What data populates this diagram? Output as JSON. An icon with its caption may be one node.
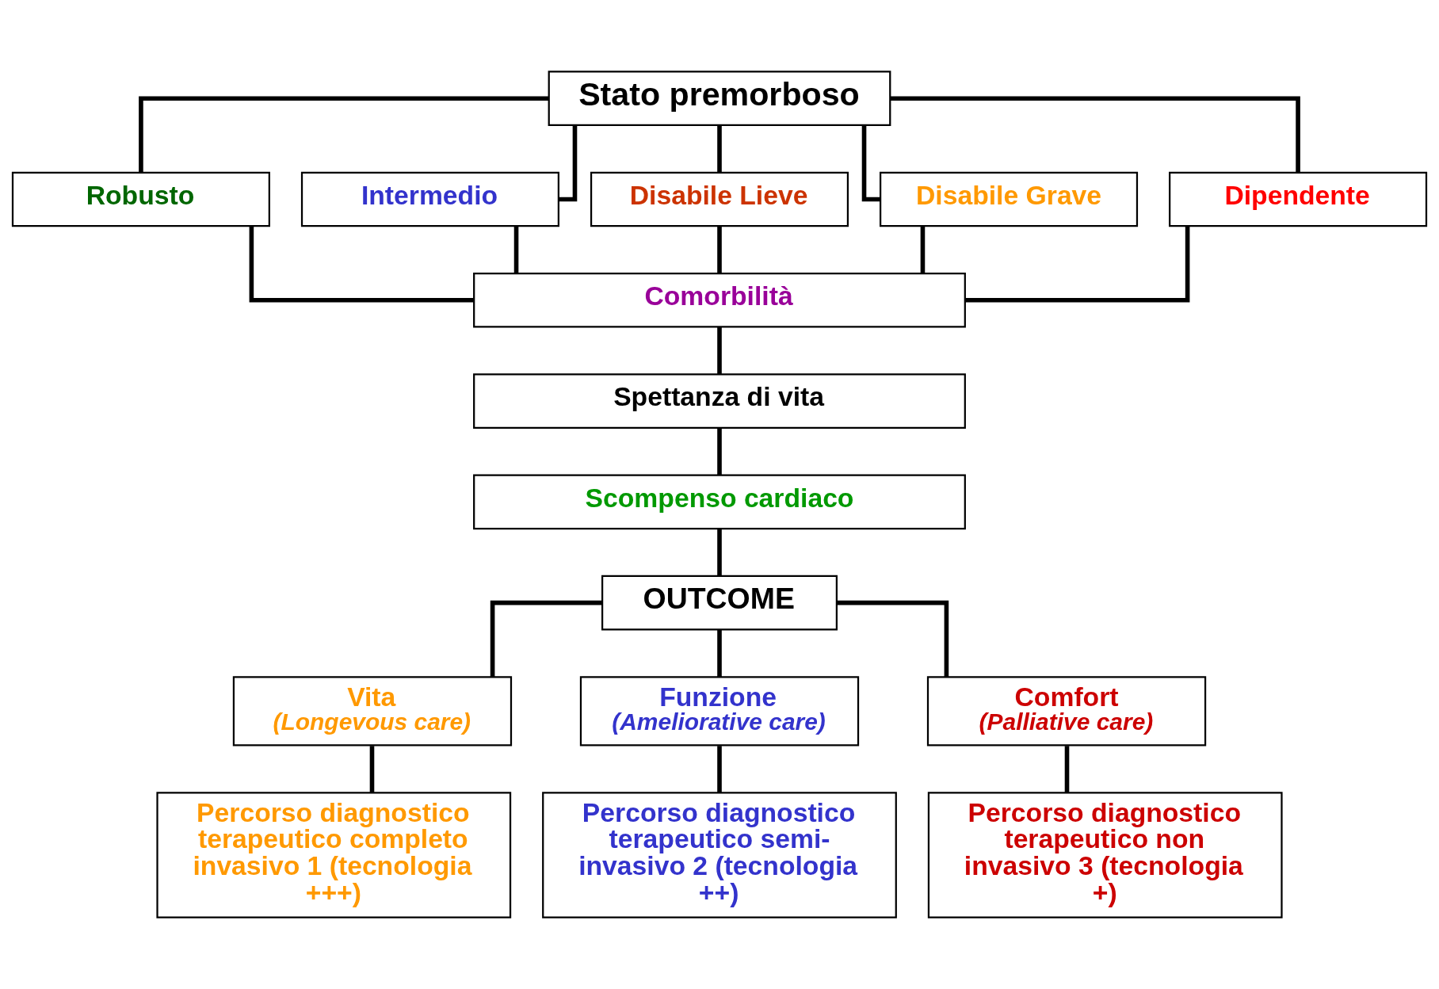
{
  "diagram": {
    "nodes": [
      {
        "text": [
          "Stato premorboso"
        ]
      },
      {
        "text": [
          "Robusto"
        ]
      },
      {
        "text": [
          "Intermedio"
        ]
      },
      {
        "text": [
          "Disabile Lieve"
        ]
      },
      {
        "text": [
          "Disabile Grave"
        ]
      },
      {
        "text": [
          "Dipendente"
        ]
      },
      {
        "text": [
          "Comorbilità"
        ]
      },
      {
        "text": [
          "Spettanza di vita"
        ]
      },
      {
        "text": [
          "Scompenso cardiaco"
        ]
      },
      {
        "text": [
          "OUTCOME"
        ]
      },
      {
        "text": [
          "Vita",
          "(Longevous care)"
        ]
      },
      {
        "text": [
          "Funzione",
          "(Ameliorative care)"
        ]
      },
      {
        "text": [
          "Comfort",
          "(Palliative care)"
        ]
      },
      {
        "text": [
          "Percorso diagnostico terapeutico completo invasivo 1 (tecnologia +++)"
        ]
      },
      {
        "text": [
          "Percorso diagnostico terapeutico semi-invasivo 2 (tecnologia ++)"
        ]
      },
      {
        "text": [
          "Percorso diagnostico terapeutico non invasivo 3 (tecnologia +)"
        ]
      }
    ],
    "edges": [
      {
        "from": 0,
        "to": 1,
        "arrow": "none"
      },
      {
        "from": 0,
        "to": 2,
        "arrow": "none"
      },
      {
        "from": 0,
        "to": 3,
        "arrow": "none"
      },
      {
        "from": 0,
        "to": 4,
        "arrow": "none"
      },
      {
        "from": 0,
        "to": 5,
        "arrow": "none"
      },
      {
        "from": 1,
        "to": 6,
        "arrow": "none"
      },
      {
        "from": 2,
        "to": 6,
        "arrow": "none"
      },
      {
        "from": 3,
        "to": 6,
        "arrow": "none"
      },
      {
        "from": 4,
        "to": 6,
        "arrow": "none"
      },
      {
        "from": 5,
        "to": 6,
        "arrow": "none"
      },
      {
        "from": 6,
        "to": 7,
        "arrow": "none"
      },
      {
        "from": 7,
        "to": 8,
        "arrow": "none"
      },
      {
        "from": 8,
        "to": 9,
        "arrow": "none"
      },
      {
        "from": 9,
        "to": 10,
        "arrow": "none"
      },
      {
        "from": 9,
        "to": 11,
        "arrow": "none"
      },
      {
        "from": 9,
        "to": 12,
        "arrow": "none"
      },
      {
        "from": 10,
        "to": 13,
        "arrow": "none"
      },
      {
        "from": 11,
        "to": 14,
        "arrow": "none"
      },
      {
        "from": 12,
        "to": 15,
        "arrow": "none"
      }
    ]
  }
}
